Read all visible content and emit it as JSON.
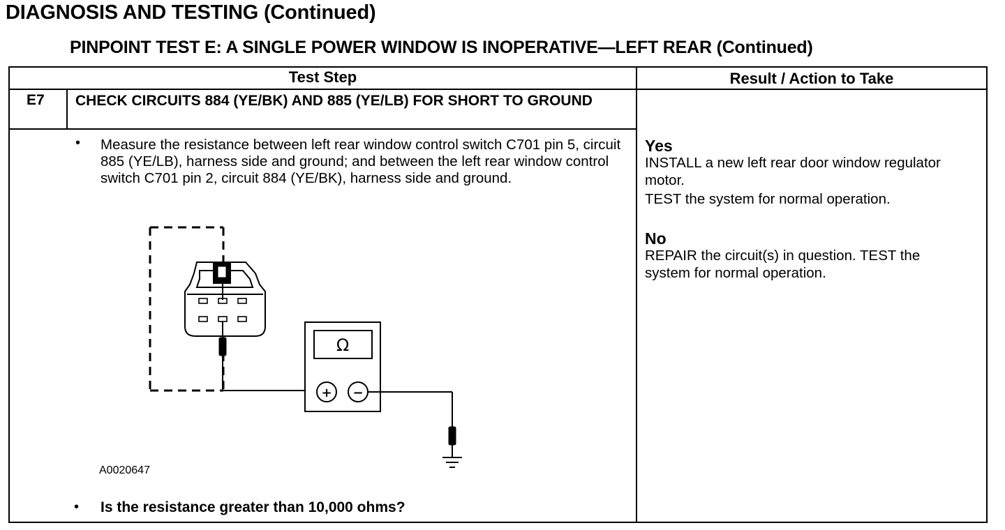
{
  "page_heading": "DIAGNOSIS AND TESTING (Continued)",
  "test_title": "PINPOINT TEST  E: A SINGLE POWER WINDOW IS INOPERATIVE—LEFT REAR (Continued)",
  "table": {
    "col_test_step": "Test Step",
    "col_result": "Result / Action to Take"
  },
  "step": {
    "id": "E7",
    "title": "CHECK CIRCUITS 884 (YE/BK) AND 885 (YE/LB) FOR SHORT TO GROUND",
    "bullet": "•",
    "instruction": "Measure the resistance between left rear window control switch C701 pin 5, circuit 885 (YE/LB), harness side and ground; and between the left rear window control switch C701 pin 2, circuit 884 (YE/BK), harness side and ground.",
    "figure_id": "A0020647",
    "meter_symbol": "Ω",
    "meter_plus": "+",
    "meter_minus": "−",
    "question": "Is the resistance greater than 10,000 ohms?"
  },
  "results": {
    "yes_label": "Yes",
    "yes_line1": "INSTALL a new left rear door window regulator motor.",
    "yes_line2": "TEST the system for normal operation.",
    "no_label": "No",
    "no_text": "REPAIR the circuit(s) in question. TEST the system for normal operation."
  }
}
